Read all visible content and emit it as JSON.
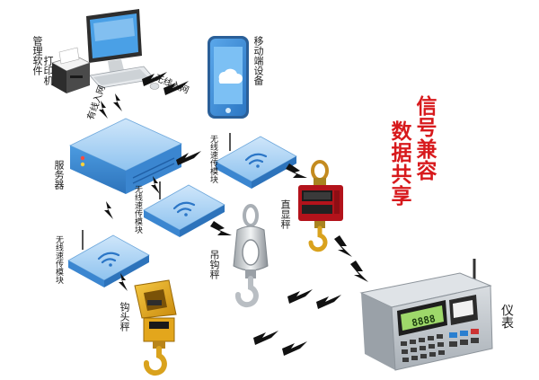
{
  "labels": {
    "management_software": "管理软件",
    "printer": "打印机",
    "mobile_device": "移动端设备",
    "wireless_network": "无线入网",
    "wired_network": "有线入网",
    "server": "服务器",
    "wireless_module_1": "无线速传模块",
    "wireless_module_2": "无线速传模块",
    "wireless_module_3": "无线速传模块",
    "direct_display_scale": "直显秤",
    "hook_scale": "吊钩秤",
    "hook_head_scale": "钩头秤",
    "instrument": "仪表"
  },
  "slogan": {
    "line1": "信号兼容",
    "line2": "数据共享"
  },
  "device_screen": {
    "reading": "8888"
  },
  "colors": {
    "device_blue": "#3f8fd8",
    "device_light": "#e8f3fc",
    "signal_black": "#111111",
    "slogan_red": "#d7191c",
    "hook_red": "#b3131b",
    "hook_yellow": "#e6a817"
  },
  "icons": [
    "computer-icon",
    "printer-icon",
    "phone-cloud-icon",
    "server-icon",
    "wifi-icon",
    "lightning-signal-icon",
    "crane-scale-icon",
    "hook-icon",
    "indicator-instrument-icon"
  ]
}
